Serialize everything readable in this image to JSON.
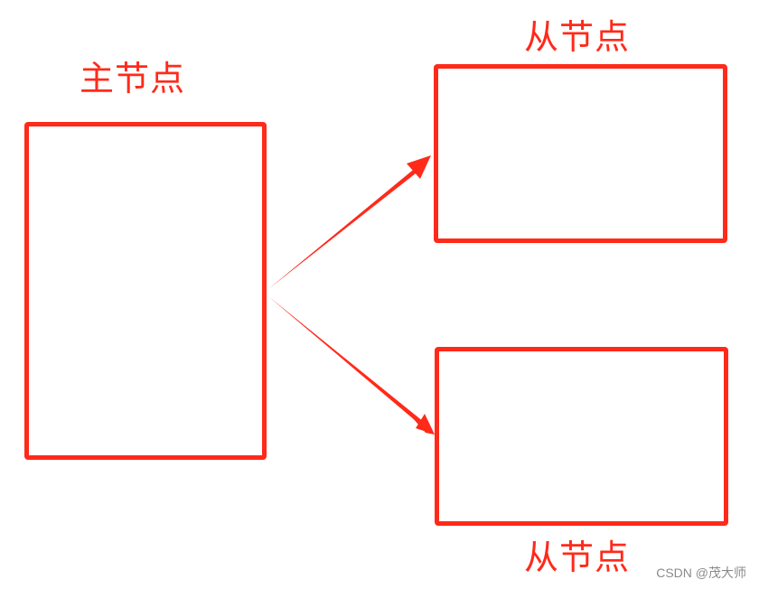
{
  "labels": {
    "master": "主节点",
    "slave_top": "从节点",
    "slave_bottom": "从节点"
  },
  "watermark": "CSDN @茂大师",
  "colors": {
    "accent": "#ff2a1a",
    "watermark": "#8a8a8a"
  }
}
